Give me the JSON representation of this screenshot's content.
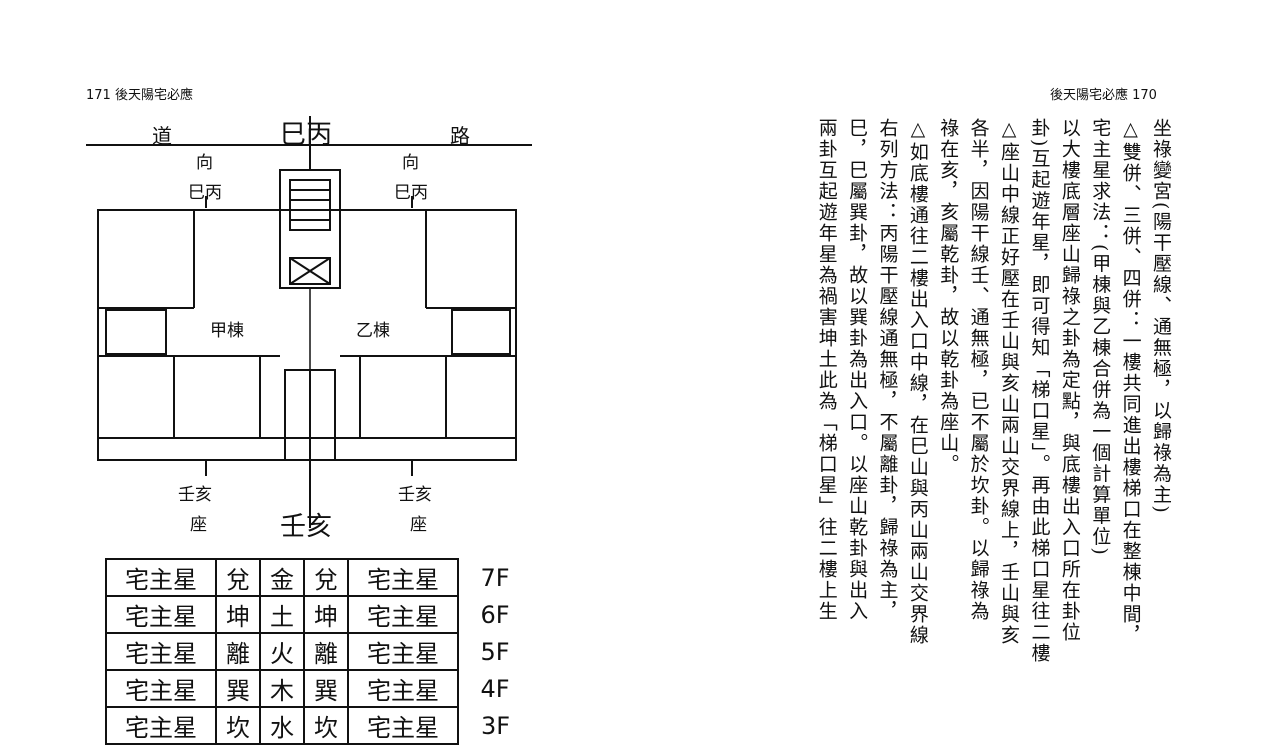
{
  "header": {
    "left": "171 後天陽宅必應",
    "right": "後天陽宅必應 170"
  },
  "plan": {
    "road_left": "道",
    "road_right": "路",
    "top_direction": "巳丙",
    "facing_left": "向",
    "facing_right": "向",
    "facing_left_dir": "巳丙",
    "facing_right_dir": "巳丙",
    "building_a": "甲棟",
    "building_b": "乙棟",
    "seat_left_dir": "壬亥",
    "seat_right_dir": "壬亥",
    "seat_left": "座",
    "seat_right": "座",
    "bottom_direction": "壬亥"
  },
  "floor_table": [
    {
      "c1": "宅主星",
      "c2": "兌",
      "c3": "金",
      "c4": "兌",
      "c5": "宅主星",
      "floor": "7F"
    },
    {
      "c1": "宅主星",
      "c2": "坤",
      "c3": "土",
      "c4": "坤",
      "c5": "宅主星",
      "floor": "6F"
    },
    {
      "c1": "宅主星",
      "c2": "離",
      "c3": "火",
      "c4": "離",
      "c5": "宅主星",
      "floor": "5F"
    },
    {
      "c1": "宅主星",
      "c2": "巽",
      "c3": "木",
      "c4": "巽",
      "c5": "宅主星",
      "floor": "4F"
    },
    {
      "c1": "宅主星",
      "c2": "坎",
      "c3": "水",
      "c4": "坎",
      "c5": "宅主星",
      "floor": "3F"
    }
  ],
  "body_lines": [
    "坐祿變宮(陽干壓線、通無極，以歸祿為主)",
    "△雙併、三併、四併：一樓共同進出樓梯口在整棟中間，",
    "宅主星求法：(甲棟與乙棟合併為一個計算單位)",
    "以大樓底層座山歸祿之卦為定點，與底樓出入口所在卦位",
    "卦)互起遊年星，即可得知「梯口星」。再由此梯口星往二樓",
    "△座山中線正好壓在壬山與亥山兩山交界線上，壬山與亥",
    "各半，因陽干線壬、通無極，已不屬於坎卦。以歸祿為",
    "祿在亥，亥屬乾卦，故以乾卦為座山。",
    "△如底樓通往二樓出入口中線，在巳山與丙山兩山交界線",
    "右列方法：丙陽干壓線通無極，不屬離卦，歸祿為主，",
    "巳，巳屬巽卦，故以巽卦為出入口。以座山乾卦與出入",
    "兩卦互起遊年星為禍害坤土此為「梯口星」往二樓上生"
  ]
}
